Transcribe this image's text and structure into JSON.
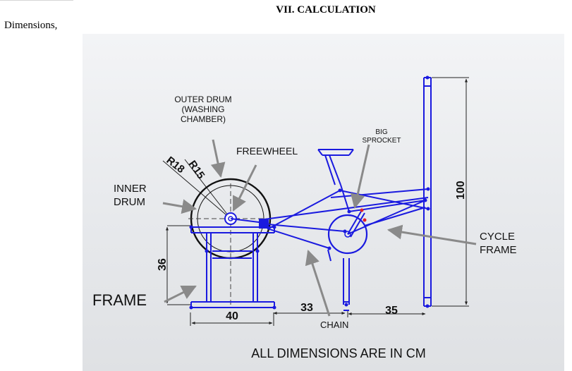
{
  "page": {
    "heading": "VII. CALCULATION",
    "intro_text": "Dimensions,"
  },
  "diagram": {
    "labels": {
      "outer_drum": [
        "OUTER DRUM",
        "(WASHING",
        "CHAMBER)"
      ],
      "freewheel": "FREEWHEEL",
      "inner_drum": [
        "INNER",
        "DRUM"
      ],
      "big_sprocket": [
        "BIG",
        "SPROCKET"
      ],
      "cycle_frame": [
        "CYCLE",
        "FRAME"
      ],
      "frame": "FRAME",
      "chain": "CHAIN",
      "footer": "ALL DIMENSIONS ARE IN CM"
    },
    "dimensions": {
      "r18": "R18",
      "r15": "R15",
      "height_36": "36",
      "width_40": "40",
      "gap_33": "33",
      "gap_35": "35",
      "height_100": "100"
    },
    "colors": {
      "structure": "#1a1adf",
      "outline": "#111111",
      "arrow": "#8a8a8a",
      "highlight": "#e0202a"
    }
  }
}
